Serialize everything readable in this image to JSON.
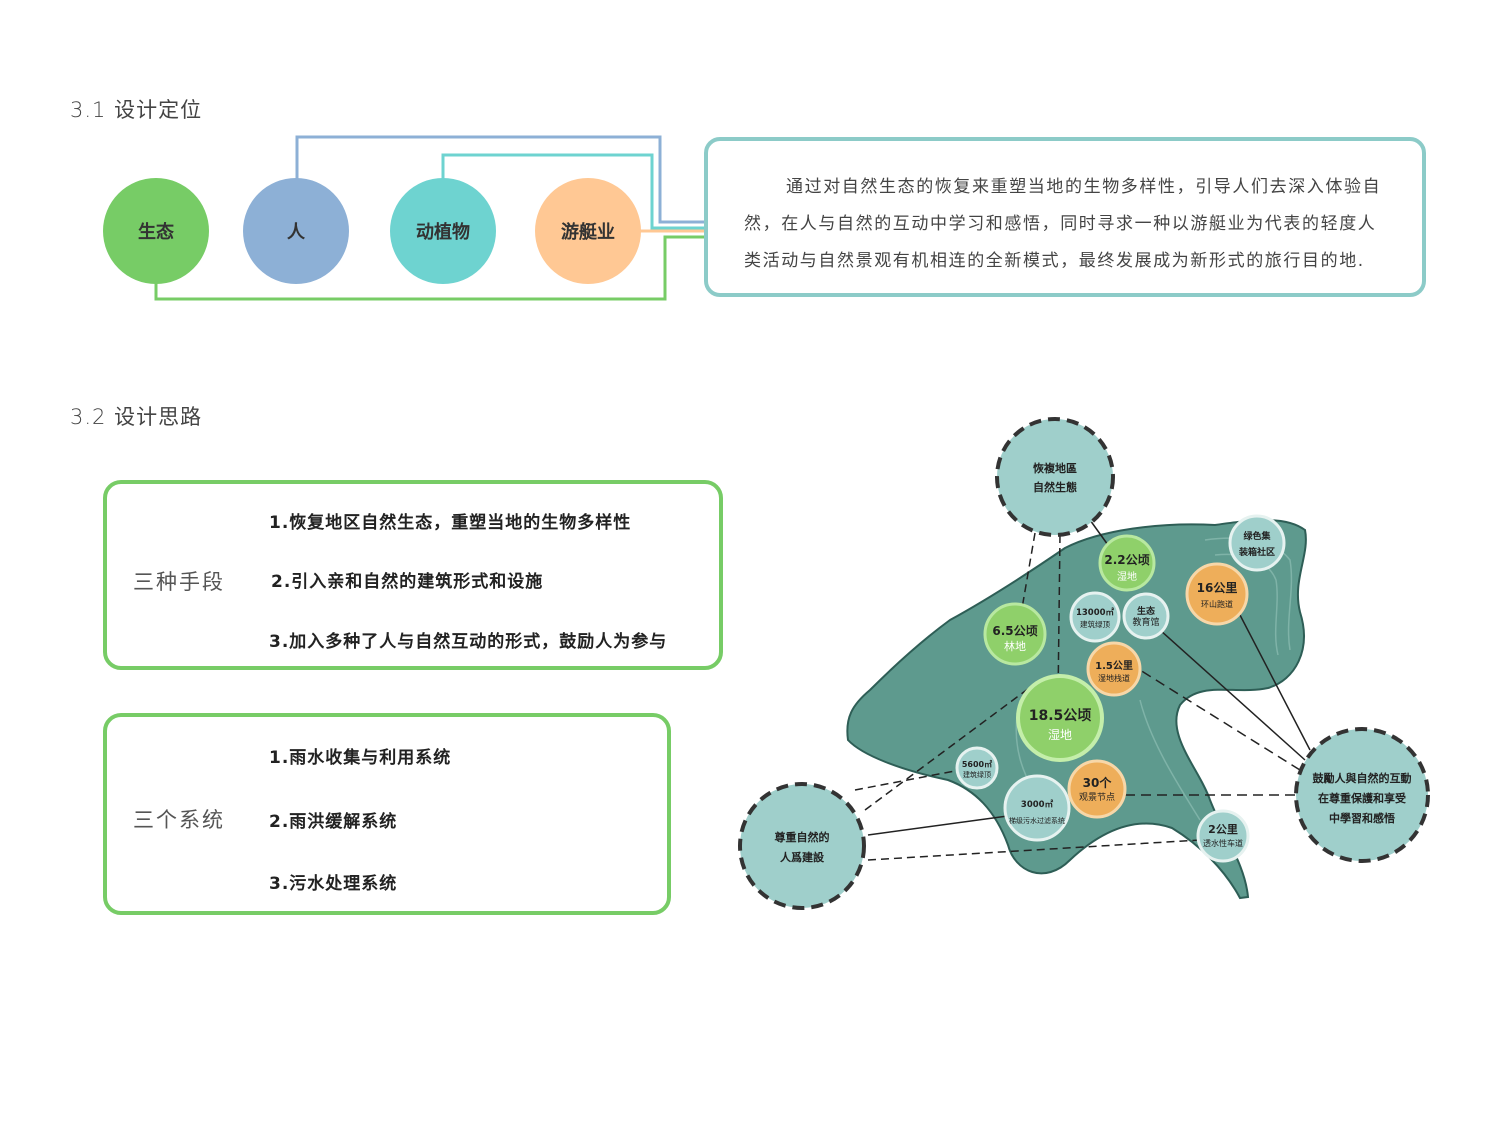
{
  "section1": {
    "title": "3.1 设计定位",
    "circles": [
      {
        "label": "生态",
        "color": "#77cc66"
      },
      {
        "label": "人",
        "color": "#8db0d6"
      },
      {
        "label": "动植物",
        "color": "#6ed3d0"
      },
      {
        "label": "游艇业",
        "color": "#ffc894"
      }
    ],
    "description": "通过对自然生态的恢复来重塑当地的生物多样性，引导人们去深入体验自然，在人与自然的互动中学习和感悟，同时寻求一种以游艇业为代表的轻度人类活动与自然景观有机相连的全新模式，最终发展成为新形式的旅行目的地."
  },
  "section2": {
    "title": "3.2 设计思路",
    "box1": {
      "label": "三种手段",
      "items": [
        "1.恢复地区自然生态，重塑当地的生物多样性",
        "2.引入亲和自然的建筑形式和设施",
        "3.加入多种了人与自然互动的形式，鼓励人为参与"
      ]
    },
    "box2": {
      "label": "三个系统",
      "items": [
        "1.雨水收集与利用系统",
        "2.雨洪缓解系统",
        "3.污水处理系统"
      ]
    }
  },
  "map": {
    "colors": {
      "land": "#5e9a8e",
      "teal": "#9fcfcb",
      "green": "#8fd06a",
      "orange": "#eeae5a"
    },
    "big_nodes": [
      {
        "line1": "恢複地區",
        "line2": "自然生態"
      },
      {
        "line1": "尊重自然的",
        "line2": "人爲建設"
      },
      {
        "line1": "鼓勵人與自然的互動",
        "line2": "在尊重保護和享受",
        "line3": "中學習和感悟"
      }
    ],
    "markers": [
      {
        "value": "2.2公顷",
        "sub": "湿地"
      },
      {
        "value": "6.5公顷",
        "sub": "林地"
      },
      {
        "value": "18.5公顷",
        "sub": "湿地"
      },
      {
        "value": "13000㎡",
        "sub": "建筑绿顶"
      },
      {
        "value": "生态",
        "sub": "教育馆"
      },
      {
        "value": "1.5公里",
        "sub": "湿地栈道"
      },
      {
        "value": "绿色集",
        "sub": "装箱社区"
      },
      {
        "value": "16公里",
        "sub": "环山跑道"
      },
      {
        "value": "5600㎡",
        "sub": "建筑绿顶"
      },
      {
        "value": "3000㎡",
        "sub": "梯级污水过滤系统"
      },
      {
        "value": "30个",
        "sub": "观景节点"
      },
      {
        "value": "2公里",
        "sub": "透水性车道"
      }
    ]
  }
}
